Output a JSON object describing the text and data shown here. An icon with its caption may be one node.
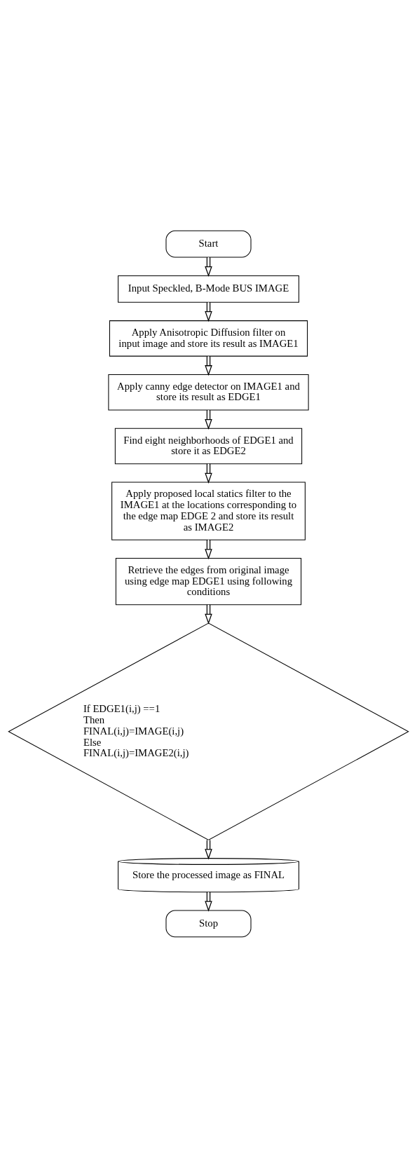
{
  "diagram": {
    "nodes": [
      {
        "text": [
          "Start"
        ]
      },
      {
        "text": [
          "Input Speckled, B-Mode BUS IMAGE"
        ]
      },
      {
        "text": [
          "Apply Anisotropic Diffusion filter on input image and store its result as IMAGE1"
        ]
      },
      {
        "text": [
          "Apply canny edge detector on IMAGE1 and store its result as EDGE1"
        ]
      },
      {
        "text": [
          "Find eight neighborhoods of EDGE1 and store it as EDGE2"
        ]
      },
      {
        "text": [
          "Apply proposed local statics filter to the IMAGE1 at the locations corresponding to the edge map EDGE 2 and store its result as IMAGE2"
        ]
      },
      {
        "text": [
          "Retrieve the edges from original image using edge map EDGE1 using following conditions"
        ]
      },
      {
        "text": [
          "If EDGE1(i,j) ==1",
          "Then",
          "FINAL(i,j)=IMAGE(i,j)",
          "Else",
          "FINAL(i,j)=IMAGE2(i,j)"
        ]
      },
      {
        "text": [
          "Store the processed image as FINAL"
        ]
      },
      {
        "text": [
          "Stop"
        ]
      }
    ],
    "edges": [
      {
        "from": 0,
        "to": 1,
        "arrow": "to"
      },
      {
        "from": 1,
        "to": 2,
        "arrow": "to"
      },
      {
        "from": 2,
        "to": 3,
        "arrow": "to"
      },
      {
        "from": 3,
        "to": 4,
        "arrow": "to"
      },
      {
        "from": 4,
        "to": 5,
        "arrow": "to"
      },
      {
        "from": 5,
        "to": 6,
        "arrow": "to"
      },
      {
        "from": 6,
        "to": 7,
        "arrow": "to"
      },
      {
        "from": 7,
        "to": 8,
        "arrow": "to"
      },
      {
        "from": 8,
        "to": 9,
        "arrow": "to"
      }
    ]
  }
}
